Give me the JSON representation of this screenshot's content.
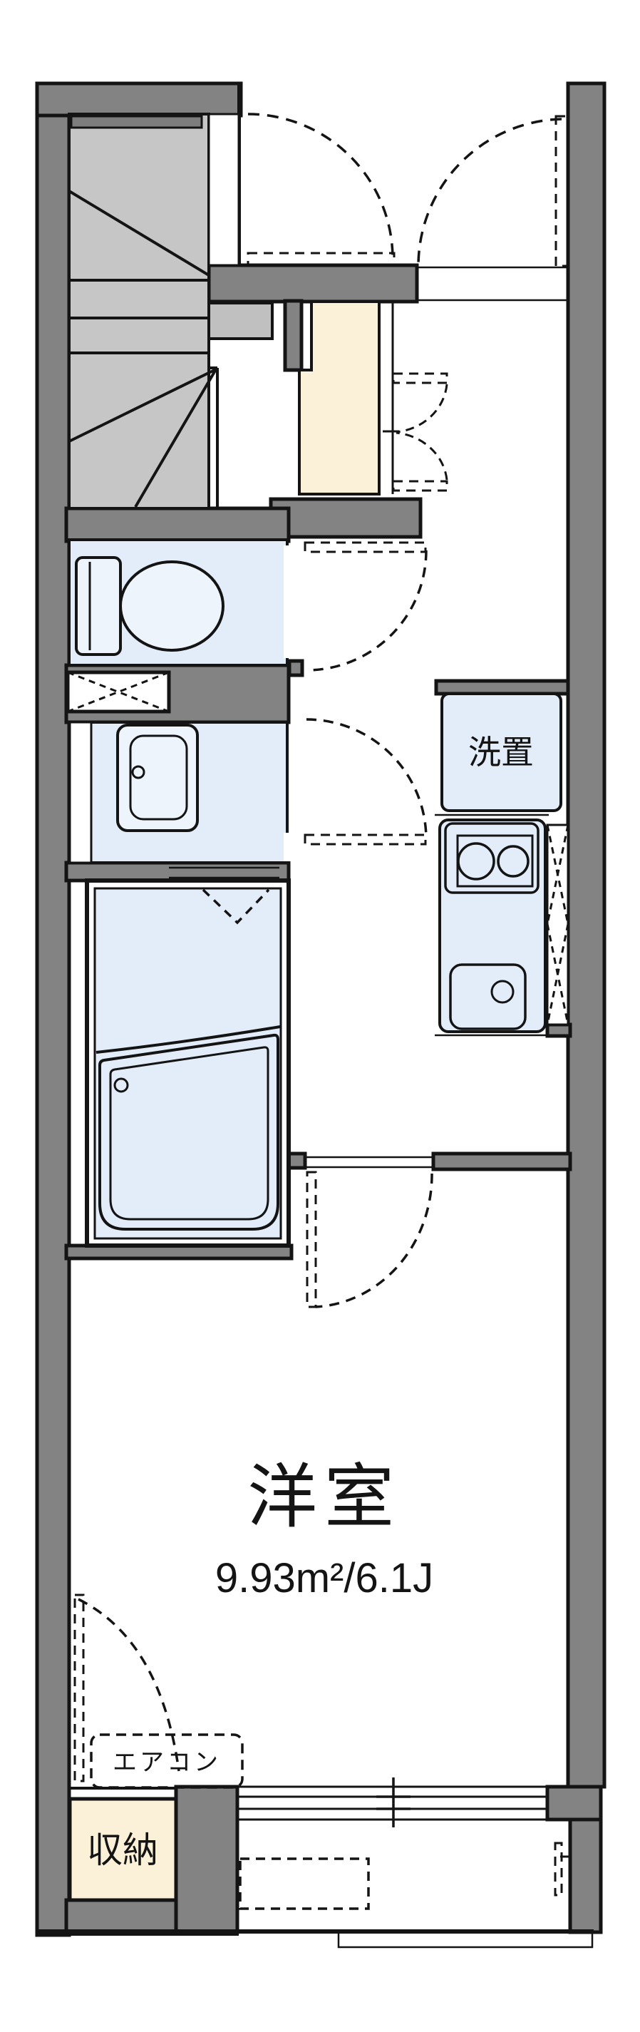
{
  "plan": {
    "type": "apartment-floor-plan",
    "labels": {
      "laundry_space": "洗置",
      "western_room": "洋室",
      "western_room_area": "9.93m²/6.1J",
      "air_conditioner": "エアコン",
      "storage": "収納"
    },
    "rooms": [
      {
        "name": "western-room",
        "label": "洋室",
        "area_m2": "9.93",
        "area_jo": "6.1J"
      },
      {
        "name": "laundry-space",
        "label": "洗置"
      },
      {
        "name": "storage",
        "label": "収納"
      },
      {
        "name": "air-conditioner",
        "label": "エアコン"
      }
    ]
  },
  "colors": {
    "line": "#141414",
    "wall": "#838383",
    "room_blue": "#e3edfa",
    "fixture_blue": "#eef4fc",
    "tatami_cream": "#fbf0d8",
    "stair_gray": "#c6c6c6",
    "stair_dark": "#7d7d7d",
    "step_gray": "#c0c0c0",
    "background": "#ffffff"
  }
}
